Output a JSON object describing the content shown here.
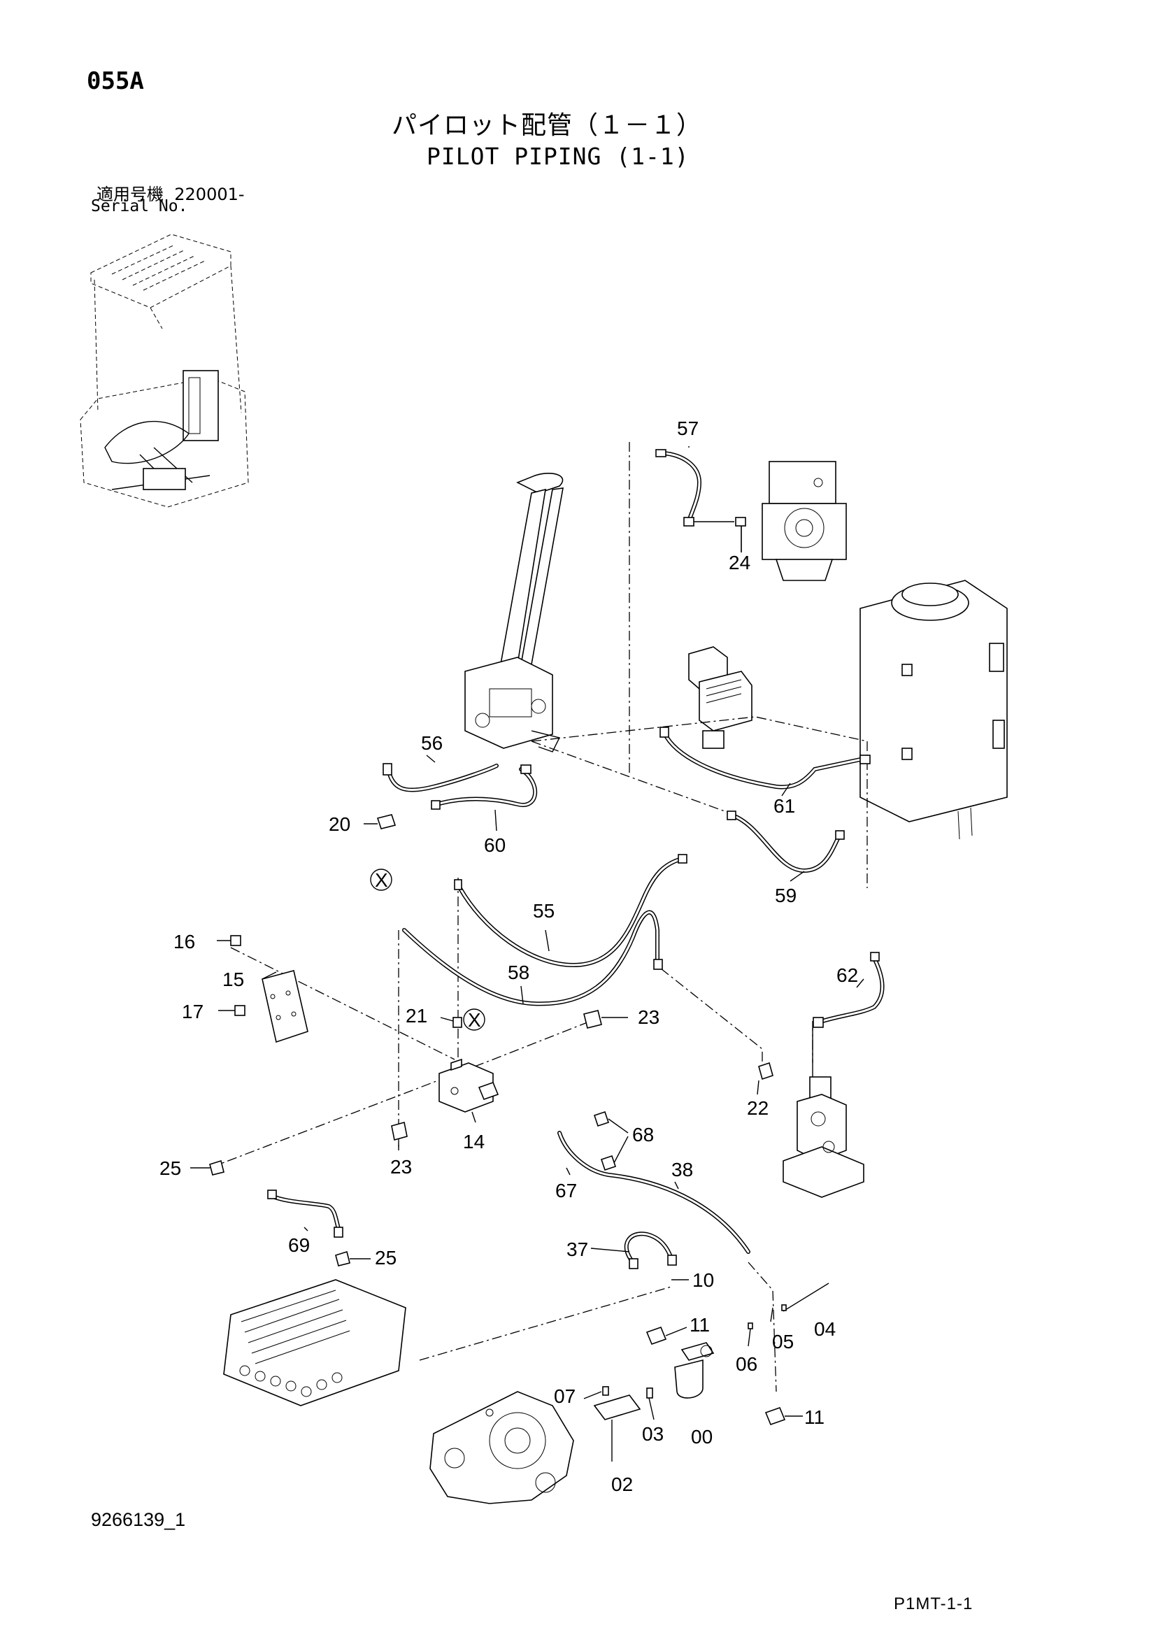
{
  "header": {
    "page_code": "055A",
    "title_jp": "パイロット配管（１－１）",
    "title_en": "PILOT PIPING (1-1)",
    "serial_label_jp": "適用号機",
    "serial_value": "220001-",
    "serial_label_en": "Serial No."
  },
  "callouts": {
    "p57": "57",
    "p24": "24",
    "p56": "56",
    "p20": "20",
    "p60": "60",
    "p61": "61",
    "p59": "59",
    "p55": "55",
    "p58": "58",
    "p16": "16",
    "p15": "15",
    "p17": "17",
    "p21": "21",
    "p23a": "23",
    "p62": "62",
    "p22": "22",
    "p23b": "23",
    "p14": "14",
    "p68": "68",
    "p25a": "25",
    "p38": "38",
    "p67": "67",
    "p69": "69",
    "p25b": "25",
    "p37": "37",
    "p10": "10",
    "p11a": "11",
    "p04": "04",
    "p05": "05",
    "p06": "06",
    "p07": "07",
    "p03": "03",
    "p00": "00",
    "p11b": "11",
    "p02": "02"
  },
  "markers": {
    "x": "X"
  },
  "footer": {
    "doc_number": "9266139_1",
    "sheet_code": "P1MT-1-1"
  }
}
